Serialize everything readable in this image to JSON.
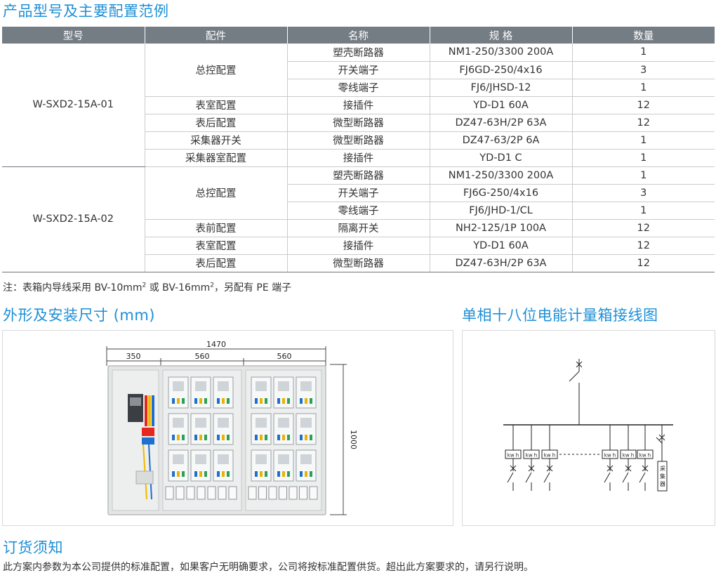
{
  "titles": {
    "main": "产品型号及主要配置范例",
    "dimensions": "外形及安装尺寸 (mm)",
    "wiring": "单相十八位电能计量箱接线图",
    "order": "订货须知"
  },
  "table": {
    "headers": [
      "型号",
      "配件",
      "名称",
      "规 格",
      "数量"
    ],
    "models": [
      {
        "model": "W-SXD2-15A-01",
        "groups": [
          {
            "part": "总控配置",
            "rows": [
              {
                "name": "塑壳断路器",
                "spec": "NM1-250/3300 200A",
                "qty": "1"
              },
              {
                "name": "开关端子",
                "spec": "FJ6GD-250/4x16",
                "qty": "3"
              },
              {
                "name": "零线端子",
                "spec": "FJ6/JHSD-12",
                "qty": "1"
              }
            ]
          },
          {
            "part": "表室配置",
            "rows": [
              {
                "name": "接插件",
                "spec": "YD-D1 60A",
                "qty": "12"
              }
            ]
          },
          {
            "part": "表后配置",
            "rows": [
              {
                "name": "微型断路器",
                "spec": "DZ47-63H/2P 63A",
                "qty": "12"
              }
            ]
          },
          {
            "part": "采集器开关",
            "rows": [
              {
                "name": "微型断路器",
                "spec": "DZ47-63/2P 6A",
                "qty": "1"
              }
            ]
          },
          {
            "part": "采集器室配置",
            "rows": [
              {
                "name": "接插件",
                "spec": "YD-D1 C",
                "qty": "1"
              }
            ]
          }
        ]
      },
      {
        "model": "W-SXD2-15A-02",
        "groups": [
          {
            "part": "总控配置",
            "rows": [
              {
                "name": "塑壳断路器",
                "spec": "NM1-250/3300 200A",
                "qty": "1"
              },
              {
                "name": "开关端子",
                "spec": "FJ6G-250/4x16",
                "qty": "3"
              },
              {
                "name": "零线端子",
                "spec": "FJ6/JHD-1/CL",
                "qty": "1"
              }
            ]
          },
          {
            "part": "表前配置",
            "rows": [
              {
                "name": "隔离开关",
                "spec": "NH2-125/1P 100A",
                "qty": "12"
              }
            ]
          },
          {
            "part": "表室配置",
            "rows": [
              {
                "name": "接插件",
                "spec": "YD-D1 60A",
                "qty": "12"
              }
            ]
          },
          {
            "part": "表后配置",
            "rows": [
              {
                "name": "微型断路器",
                "spec": "DZ47-63H/2P 63A",
                "qty": "12"
              }
            ]
          }
        ]
      }
    ]
  },
  "note": {
    "before": "注：表箱内导线采用 BV-10mm",
    "sup1": "2",
    "mid": " 或 BV-16mm",
    "sup2": "2",
    "after": "，另配有 PE 端子"
  },
  "dimensions": {
    "total_width": "1470",
    "seg1": "350",
    "seg2": "560",
    "seg3": "560",
    "height": "1000"
  },
  "wiring": {
    "meter_label": "kw h",
    "collector_label": "采集器"
  },
  "order_text": "此方案内参数为本公司提供的标准配置，如果客户无明确要求，公司将按标准配置供货。超出此方案要求的，请另行说明。",
  "colors": {
    "accent": "#1d8fd6",
    "header_bg": "#747c84"
  }
}
